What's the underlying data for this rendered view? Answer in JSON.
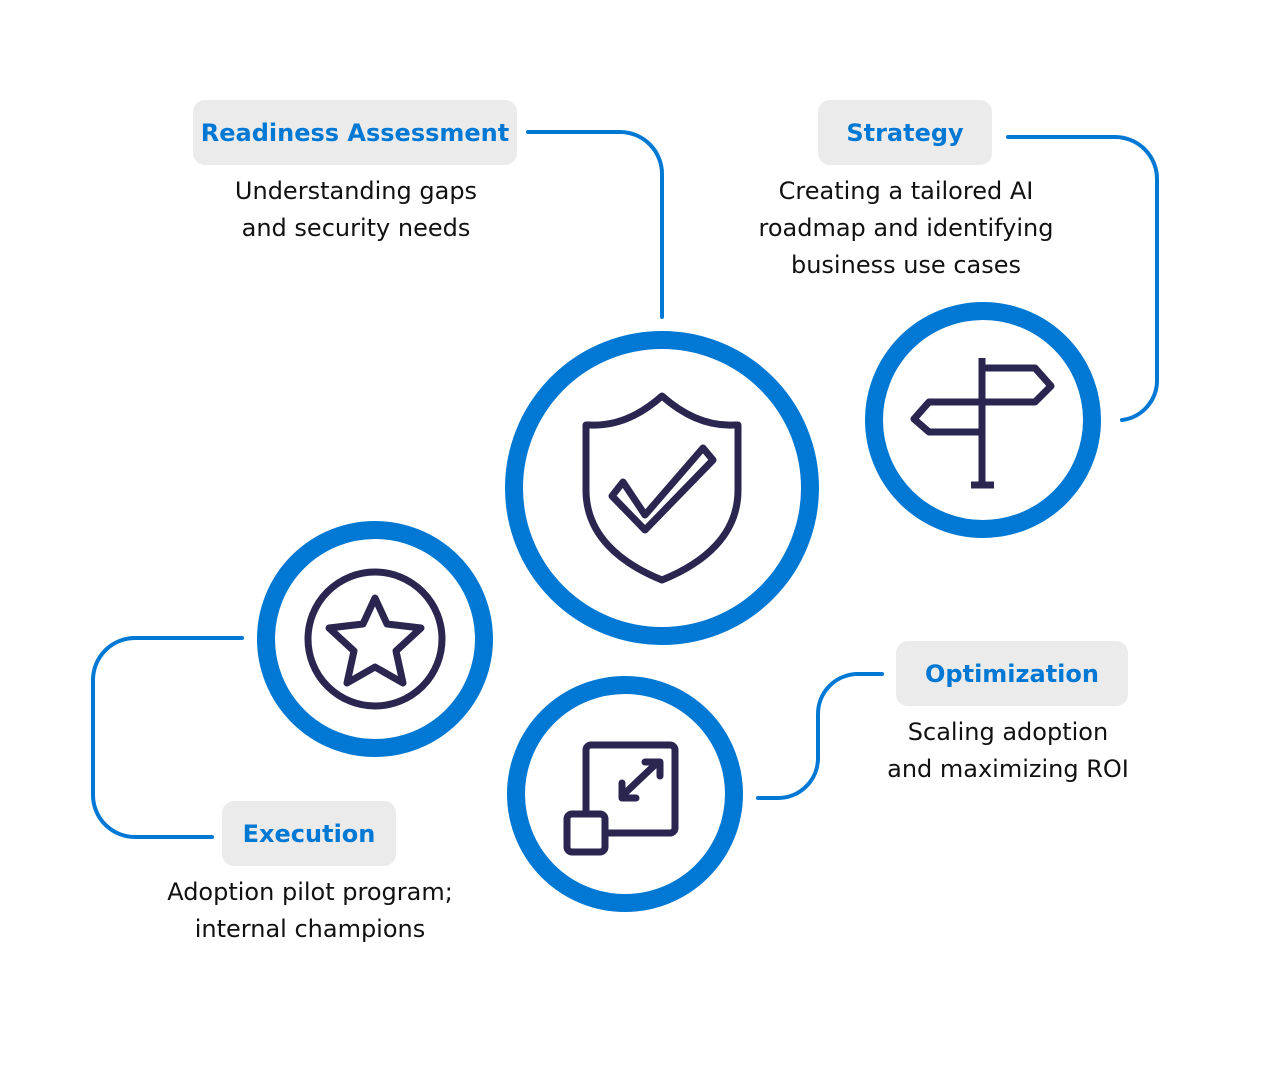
{
  "colors": {
    "accent": "#0078d4",
    "icon": "#2a2650",
    "pill_bg": "#ebebeb"
  },
  "steps": [
    {
      "title": "Readiness Assessment",
      "lines": [
        "Understanding gaps",
        "and security needs"
      ],
      "icon": "shield-check-icon"
    },
    {
      "title": "Strategy",
      "lines": [
        "Creating a tailored AI",
        "roadmap and identifying",
        "business use cases"
      ],
      "icon": "signpost-icon"
    },
    {
      "title": "Execution",
      "lines": [
        "Adoption pilot program;",
        "internal champions"
      ],
      "icon": "star-badge-icon"
    },
    {
      "title": "Optimization",
      "lines": [
        "Scaling adoption",
        "and maximizing ROI"
      ],
      "icon": "scale-resize-icon"
    }
  ]
}
